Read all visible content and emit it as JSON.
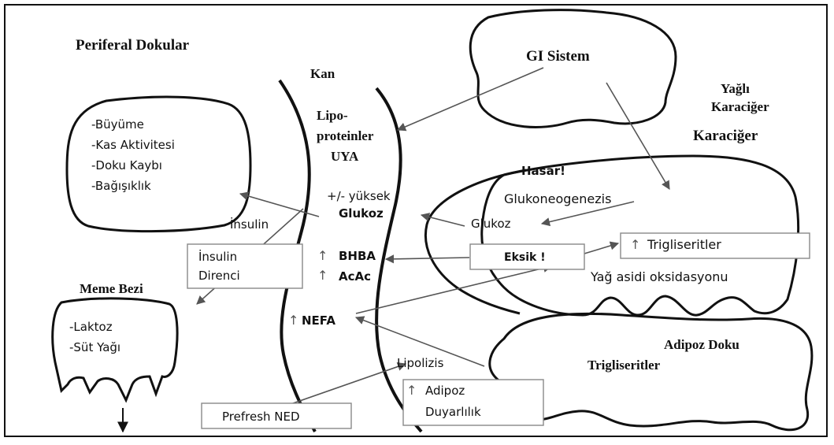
{
  "labels": {
    "peripheral_tissues": "Periferal Dokular",
    "blood": "Kan",
    "gi_system": "GI Sistem",
    "fatty_liver_1": "Yağlı",
    "fatty_liver_2": "Karaciğer",
    "liver": "Karaciğer",
    "lipoproteins_1": "Lipo-",
    "lipoproteins_2": "proteinler",
    "uya": "UYA",
    "damage": "Hasar!",
    "gluconeogenesis": "Glukoneogenezis",
    "high_glucose_1": "+/- yüksek",
    "high_glucose_2": "Glukoz",
    "glucose": "Glukoz",
    "insulin": "İnsulin",
    "bhba": "BHBA",
    "acac": "AcAc",
    "nefa": "NEFA",
    "mammary_gland": "Meme Bezi",
    "fatty_acid_oxidation": "Yağ asidi oksidasyonu",
    "adipose_tissue": "Adipoz Doku",
    "adipose_triglycerides": "Trigliseritler",
    "lipolysis": "Lipolizis",
    "up_arrow": "↑"
  },
  "peripheral_box": {
    "items": [
      "-Büyüme",
      "-Kas Aktivitesi",
      "-Doku Kaybı",
      "-Bağışıklık"
    ]
  },
  "mammary_box": {
    "items": [
      "-Laktoz",
      "-Süt Yağı"
    ]
  },
  "boxes": {
    "insulin_resistance_1": "İnsulin",
    "insulin_resistance_2": "Direnci",
    "deficit": "Eksik !",
    "liver_triglycerides": "Trigliseritler",
    "adipose_sensitivity_1": "Adipoz",
    "adipose_sensitivity_2": "Duyarlılık",
    "prefresh": "Prefresh NED"
  }
}
